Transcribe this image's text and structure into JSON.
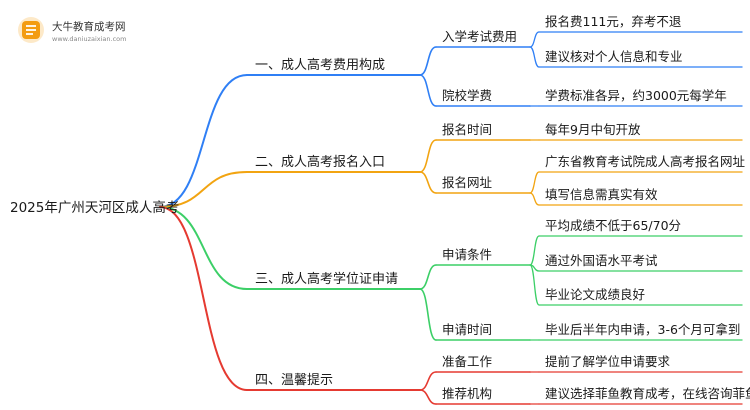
{
  "logo": {
    "title": "大牛教育成考网",
    "url": "www.daniuzaixian.com"
  },
  "colors": {
    "blue": "#2f7ff5",
    "orange": "#f2a411",
    "green": "#3ccf67",
    "red": "#e53a31",
    "text": "#1a1a1a",
    "logo_orange": "#f39c12"
  },
  "mindmap": {
    "root": "2025年广州天河区成人高考",
    "branches": [
      {
        "color": "blue",
        "label": "一、成人高考费用构成",
        "children": [
          {
            "label": "入学考试费用",
            "leaves": [
              "报名费111元，弃考不退",
              "建议核对个人信息和专业"
            ]
          },
          {
            "label": "院校学费",
            "leaves": [
              "学费标准各异，约3000元每学年"
            ]
          }
        ]
      },
      {
        "color": "orange",
        "label": "二、成人高考报名入口",
        "children": [
          {
            "label": "报名时间",
            "leaves": [
              "每年9月中旬开放"
            ]
          },
          {
            "label": "报名网址",
            "leaves": [
              "广东省教育考试院成人高考报名网址",
              "填写信息需真实有效"
            ]
          }
        ]
      },
      {
        "color": "green",
        "label": "三、成人高考学位证申请",
        "children": [
          {
            "label": "申请条件",
            "leaves": [
              "平均成绩不低于65/70分",
              "通过外国语水平考试",
              "毕业论文成绩良好"
            ]
          },
          {
            "label": "申请时间",
            "leaves": [
              "毕业后半年内申请，3-6个月可拿到"
            ]
          }
        ]
      },
      {
        "color": "red",
        "label": "四、温馨提示",
        "children": [
          {
            "label": "准备工作",
            "leaves": [
              "提前了解学位申请要求"
            ]
          },
          {
            "label": "推荐机构",
            "leaves": [
              "建议选择菲鱼教育成考，在线咨询菲鱼老师"
            ]
          }
        ]
      }
    ]
  }
}
